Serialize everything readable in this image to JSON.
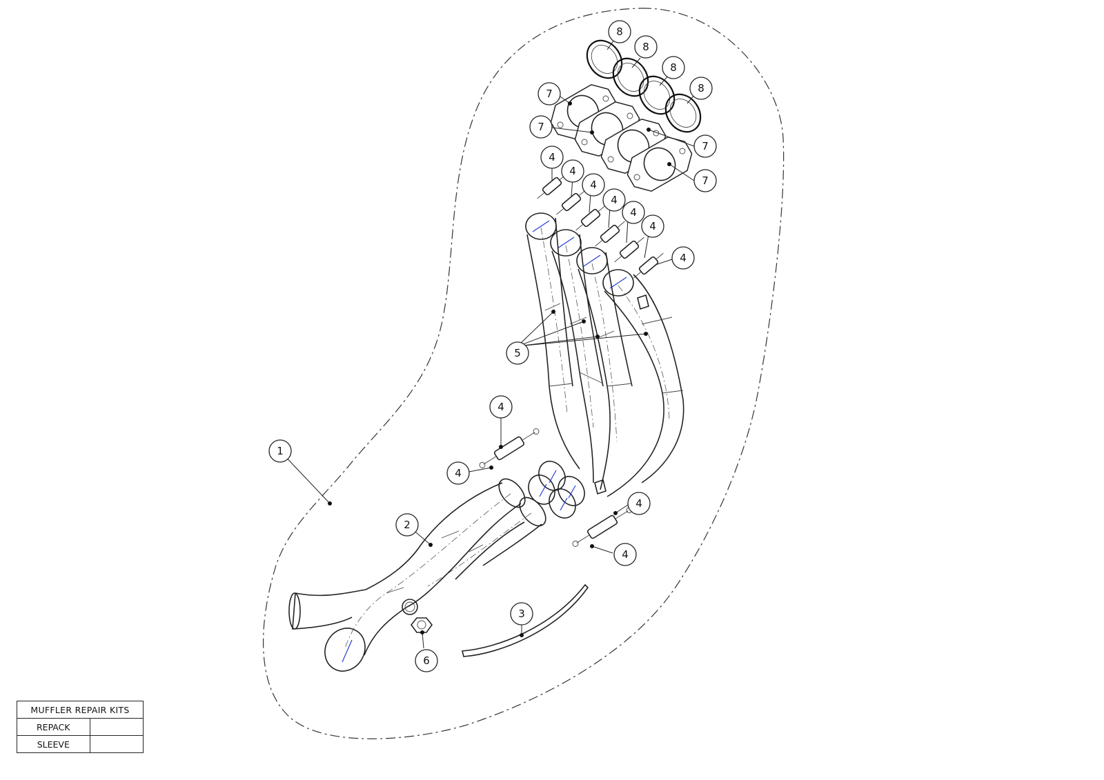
{
  "diagram": {
    "callouts": {
      "c1": "1",
      "c2": "2",
      "c3": "3",
      "c4a": "4",
      "c4b": "4",
      "c4c": "4",
      "c4d": "4",
      "c4e": "4",
      "c4f": "4",
      "c4g": "4",
      "c4h": "4",
      "c4i": "4",
      "c4j": "4",
      "c4k": "4",
      "c5": "5",
      "c6": "6",
      "c7a": "7",
      "c7b": "7",
      "c7c": "7",
      "c7d": "7",
      "c8a": "8",
      "c8b": "8",
      "c8c": "8",
      "c8d": "8"
    }
  },
  "kit_table": {
    "title": "MUFFLER REPAIR KITS",
    "rows": [
      {
        "label": "REPACK",
        "value": ""
      },
      {
        "label": "SLEEVE",
        "value": ""
      }
    ]
  }
}
